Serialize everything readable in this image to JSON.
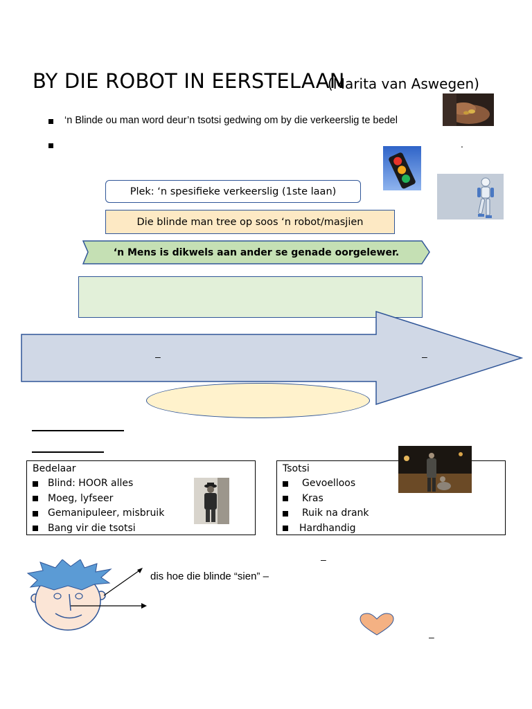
{
  "header": {
    "title": "BY DIE ROBOT IN EERSTELAAN",
    "author": "(Marita van Aswegen)"
  },
  "bullets": [
    {
      "text": "‘n Blinde ou man word deur’n tsotsi gedwing om by die verkeerslig te bedel"
    },
    {
      "text": ""
    }
  ],
  "stray_dot": ".",
  "boxes": {
    "plek": "Plek:  ‘n spesifieke verkeerslig (1ste laan)",
    "blinde": "Die blinde man tree op soos ‘n robot/masjien",
    "mens": "‘n Mens is dikwels aan ander se genade oorgelewer."
  },
  "arrow": {
    "dash_left": "–",
    "dash_right": "–"
  },
  "bedelaar": {
    "heading": "Bedelaar",
    "items": [
      "Blind: HOOR alles",
      "Moeg, lyfseer",
      "Gemanipuleer, misbruik",
      "Bang vir die tsotsi"
    ]
  },
  "tsotsi": {
    "heading": "Tsotsi",
    "items": [
      "Gevoelloos",
      "Kras",
      "Ruik na drank",
      "Hardhandig"
    ]
  },
  "bottom": {
    "sien": "dis hoe die blinde “sien” –",
    "dash_a": "–",
    "dash_b": "–"
  },
  "colors": {
    "box_border": "#2f5597",
    "plek_fill": "#ffffff",
    "blinde_fill": "#fde9c4",
    "mens_fill": "#c5e0b4",
    "green_fill": "#e2f0d9",
    "arrow_fill": "#d0d8e6",
    "ellipse_fill": "#fff2cc",
    "face_fill": "#fbe5d6",
    "hair_fill": "#5b9bd5",
    "heart_fill": "#f4b183"
  }
}
